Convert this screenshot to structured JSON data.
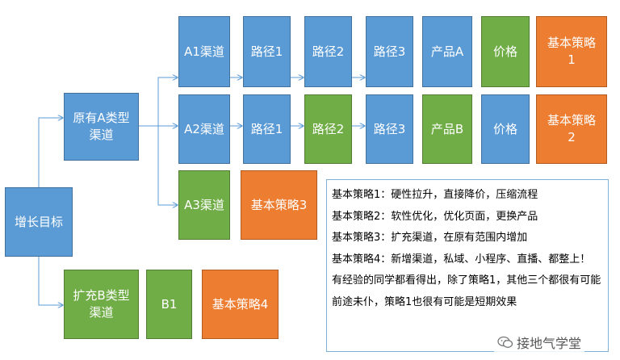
{
  "nodes": {
    "goal": "增长目标",
    "a_type": "原有A类型\n渠道",
    "b_type": "扩充B类型\n渠道",
    "a1": "A1渠道",
    "a2": "A2渠道",
    "a3": "A3渠道",
    "b1": "B1",
    "r1_path1": "路径1",
    "r1_path2": "路径2",
    "r1_path3": "路径3",
    "r1_product": "产品A",
    "r1_price": "价格",
    "r1_strategy": "基本策略\n1",
    "r2_path1": "路径1",
    "r2_path2": "路径2",
    "r2_path3": "路径3",
    "r2_product": "产品B",
    "r2_price": "价格",
    "r2_strategy": "基本策略\n2",
    "a3_strategy": "基本策略3",
    "b1_strategy": "基本策略4"
  },
  "notes": {
    "line1": "基本策略1：硬性拉升，直接降价，压缩流程",
    "line2": "基本策略2：软性优化，优化页面，更换产品",
    "line3": "基本策略3：扩充渠道，在原有范围内增加",
    "line4": "基本策略4：新增渠道，私域、小程序、直播、都整上！",
    "line5": "有经验的同学都看得出，除了策略1，其他三个都很有可能前途未仆，策略1也很有可能是短期效果"
  },
  "watermark": "接地气学堂",
  "colors": {
    "blue": "#5b9bd5",
    "green": "#70ad47",
    "orange": "#ed7d31",
    "connector": "#5b9bd5"
  }
}
